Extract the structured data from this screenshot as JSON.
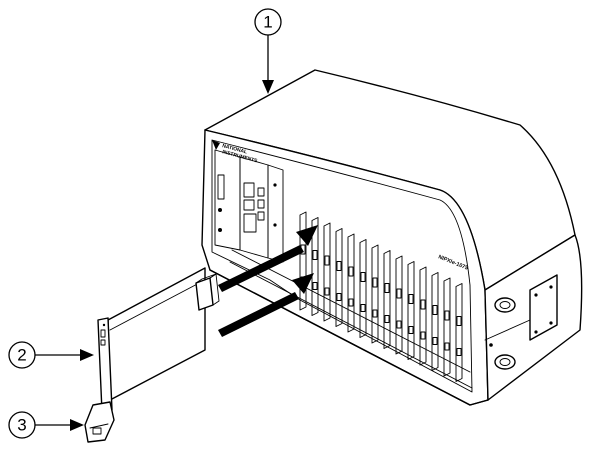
{
  "callouts": [
    {
      "id": "1",
      "label": "1"
    },
    {
      "id": "2",
      "label": "2"
    },
    {
      "id": "3",
      "label": "3"
    }
  ],
  "chassis": {
    "brand_line1": "NATIONAL",
    "brand_line2": "INSTRUMENTS",
    "model": "NIPXIe-1075"
  }
}
